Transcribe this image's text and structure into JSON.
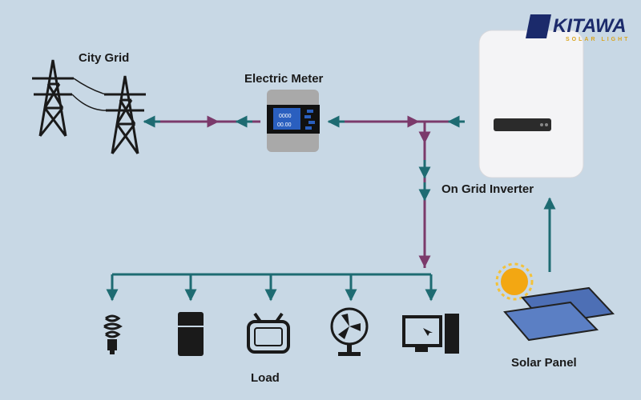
{
  "logo": {
    "brand": "KITAWA",
    "tagline": "SOLAR LIGHT"
  },
  "labels": {
    "city_grid": "City Grid",
    "electric_meter": "Electric Meter",
    "inverter": "On Grid Inverter",
    "solar_panel": "Solar Panel",
    "load": "Load"
  },
  "meter_display": {
    "line1": "0000",
    "line2": "00.00"
  },
  "colors": {
    "background": "#c8d8e5",
    "teal_flow": "#1e6b72",
    "purple_flow": "#7b3a6b",
    "logo": "#1b2a6b"
  },
  "load_icons": [
    "light-bulb-icon",
    "refrigerator-icon",
    "tv-icon",
    "fan-icon",
    "computer-icon"
  ]
}
